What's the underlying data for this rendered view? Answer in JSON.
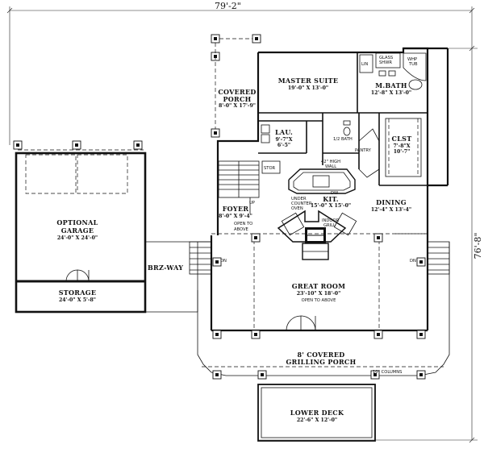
{
  "dimensions": {
    "overall_width": "79'-2\"",
    "overall_depth": "76'-8\""
  },
  "rooms": {
    "covered_porch": {
      "name_line1": "COVERED",
      "name_line2": "PORCH",
      "size": "8'-0\" X 17'-9\""
    },
    "master_suite": {
      "name": "MASTER SUITE",
      "size": "19'-0\" X 13'-0\""
    },
    "m_bath": {
      "name": "M.BATH",
      "size": "12'-8\" X 13'-0\""
    },
    "lin": {
      "name": "LIN"
    },
    "glass_shwr": {
      "line1": "GLASS",
      "line2": "SHWR"
    },
    "whp_tub": {
      "line1": "WHP",
      "line2": "TUB"
    },
    "lau": {
      "name": "LAU.",
      "size_line1": "9'-7\"X",
      "size_line2": "6'-5\""
    },
    "half_bath": {
      "name": "1/2 BATH"
    },
    "clst": {
      "name": "CLST",
      "size_line1": "7'-8\"X",
      "size_line2": "10'-7\""
    },
    "pantry": {
      "name": "PANTRY"
    },
    "stor": {
      "name": "STOR"
    },
    "kit": {
      "name": "KIT.",
      "size": "15'-0\" X 15'-0\""
    },
    "high_wall": {
      "line1": "42\" HIGH",
      "line2": "WALL"
    },
    "dw": {
      "name": "DW"
    },
    "under_counter_oven": {
      "line1": "UNDER",
      "line2": "COUNTER",
      "line3": "OVEN"
    },
    "indoor_grill": {
      "line1": "INDOOR",
      "line2": "GRILL"
    },
    "dining": {
      "name": "DINING",
      "size": "12'-4\" X 13'-4\""
    },
    "foyer": {
      "name": "FOYER",
      "size": "8'-0\" X 9'-4\""
    },
    "up": {
      "name": "UP"
    },
    "open_to_above_foyer": {
      "line1": "OPEN TO",
      "line2": "ABOVE"
    },
    "optional_garage": {
      "name_line1": "OPTIONAL",
      "name_line2": "GARAGE",
      "size": "24'-0\" X 24'-0\""
    },
    "storage": {
      "name": "STORAGE",
      "size": "24'-0\" X 5'-8\""
    },
    "brz_way": {
      "name": "BRZ-WAY"
    },
    "great_room": {
      "name": "GREAT ROOM",
      "size": "23'-10\" X 18'-0\"",
      "note": "OPEN TO ABOVE"
    },
    "grilling_porch": {
      "name_line1": "8' COVERED",
      "name_line2": "GRILLING PORCH"
    },
    "columns": {
      "note": "10\" COLUMNS"
    },
    "lower_deck": {
      "name": "LOWER DECK",
      "size": "22'-6\" X 12'-0\""
    },
    "dn_left": {
      "name": "DN"
    },
    "dn_right": {
      "name": "DN"
    }
  }
}
